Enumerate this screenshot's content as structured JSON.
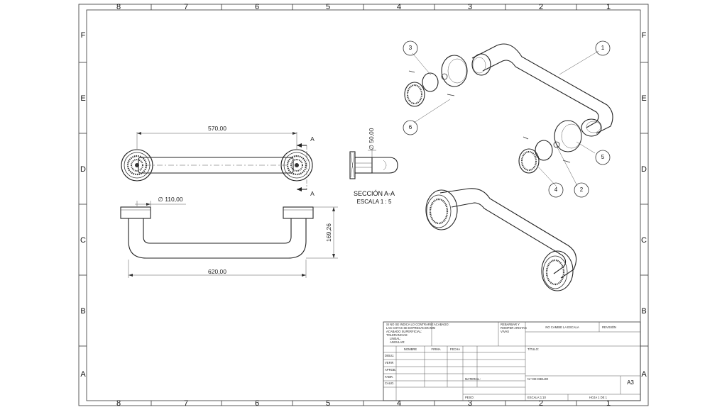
{
  "sheet": {
    "columns": [
      "8",
      "7",
      "6",
      "5",
      "4",
      "3",
      "2",
      "1"
    ],
    "rows": [
      "F",
      "E",
      "D",
      "C",
      "B",
      "A"
    ]
  },
  "dimensions": {
    "length_top": "570,00",
    "diameter": "∅ 110,00",
    "length_bottom": "620,00",
    "height": "169,26",
    "section_diameter": "∅ 50,00",
    "section_marker": "A"
  },
  "section": {
    "title": "SECCIÓN A-A",
    "scale": "ESCALA 1 : 5"
  },
  "balloons": [
    "1",
    "2",
    "3",
    "4",
    "5",
    "6"
  ],
  "title_block": {
    "notes": [
      "SI NO SE INDICA LO CONTRARIO:",
      "LAS COTAS SE EXPRESAN EN MM",
      "ACABADO SUPERFICIAL:",
      "TOLERANCIAS:",
      "LINEAL:",
      "ANGULAR:"
    ],
    "acabado": "ACABADO:",
    "rebarbar": [
      "REBARBAR Y",
      "ROMPER ARISTAS",
      "VIVAS"
    ],
    "no_cambie": "NO CAMBIE LA ESCALA",
    "revision": "REVISIÓN",
    "headers": [
      "NOMBRE",
      "FIRMA",
      "FECHA"
    ],
    "row_labels": [
      "DIBUJ.",
      "VERIF.",
      "APROB.",
      "FABR.",
      "CALID."
    ],
    "titulo": "TÍTULO:",
    "material": "MATERIAL:",
    "n_dibujo": "N.º DE DIBUJO",
    "size": "A3",
    "peso": "PESO:",
    "escala": "ESCALA:1:10",
    "hoja": "HOJA 1 DE 1"
  }
}
